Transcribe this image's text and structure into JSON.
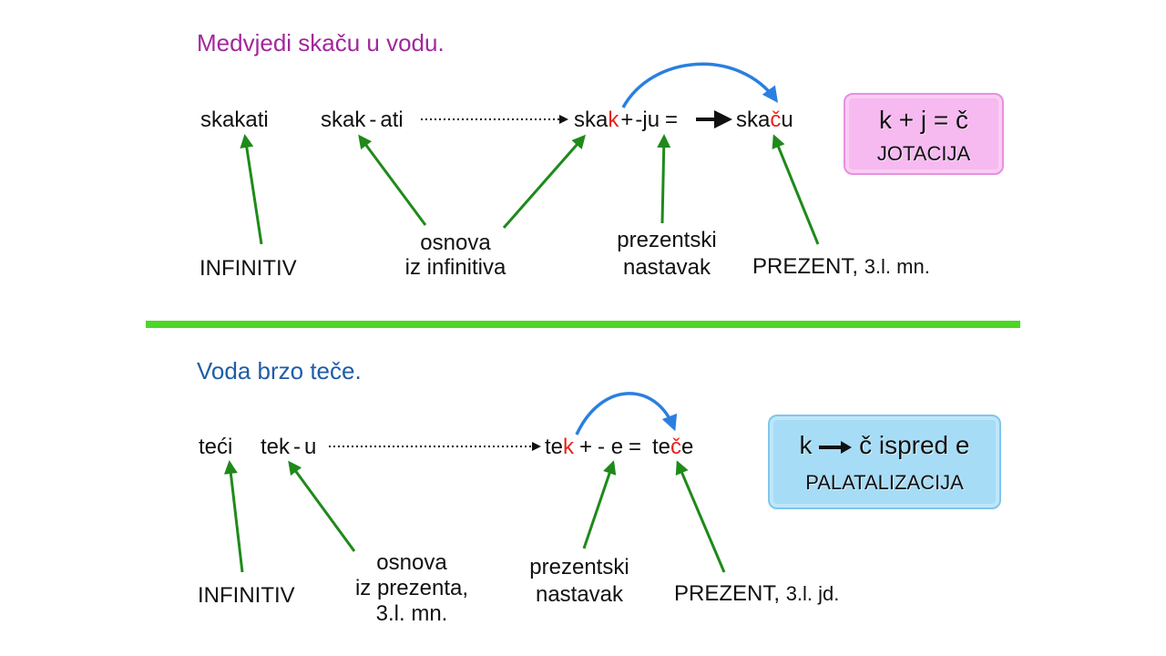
{
  "section1": {
    "sentence": "Medvjedi skaču u vodu.",
    "infinitive": "skakati",
    "stem": "skak",
    "stem_sep": "-",
    "stem_ending": "ati",
    "form_prefix": "ska",
    "form_consonant": "k",
    "form_plus": "+",
    "form_ending": "-ju",
    "form_equals": "=",
    "result_prefix": "ska",
    "result_consonant": "č",
    "result_suffix": "u",
    "label_infinitive": "INFINITIV",
    "label_stem_line1": "osnova",
    "label_stem_line2": "iz infinitiva",
    "label_suffix_line1": "prezentski",
    "label_suffix_line2": "nastavak",
    "label_present": "PREZENT,",
    "label_present_person": "3.l. mn.",
    "box_formula": "k + j = č",
    "box_name": "JOTACIJA"
  },
  "section2": {
    "sentence": "Voda brzo teče.",
    "infinitive": "teći",
    "stem": "tek",
    "stem_sep": "-",
    "stem_ending": "u",
    "form_prefix": "te",
    "form_consonant": "k",
    "form_plus": "+",
    "form_ending": "- e",
    "form_equals": "=",
    "result_prefix": "te",
    "result_consonant": "č",
    "result_suffix": "e",
    "label_infinitive": "INFINITIV",
    "label_stem_line1": "osnova",
    "label_stem_line2": "iz prezenta,",
    "label_stem_line3": "3.l. mn.",
    "label_suffix_line1": "prezentski",
    "label_suffix_line2": "nastavak",
    "label_present": "PREZENT,",
    "label_present_person": "3.l. jd.",
    "box_left": "k",
    "box_right": "č ispred e",
    "box_name": "PALATALIZACIJA"
  },
  "colors": {
    "heading1": "#a0289c",
    "heading2": "#1f5da6",
    "highlight": "#e8231b",
    "pointer_arrows": "#1f8a1a",
    "curved_arrows": "#2a7fe0",
    "divider": "#4cd626",
    "box1_fill": "#f6b9f0",
    "box2_fill": "#a6dcf6"
  },
  "icons": {
    "pointer": "green-arrow-icon",
    "transform": "curved-blue-arrow-icon",
    "derive": "dotted-arrow-icon",
    "result": "bold-arrow-icon"
  }
}
